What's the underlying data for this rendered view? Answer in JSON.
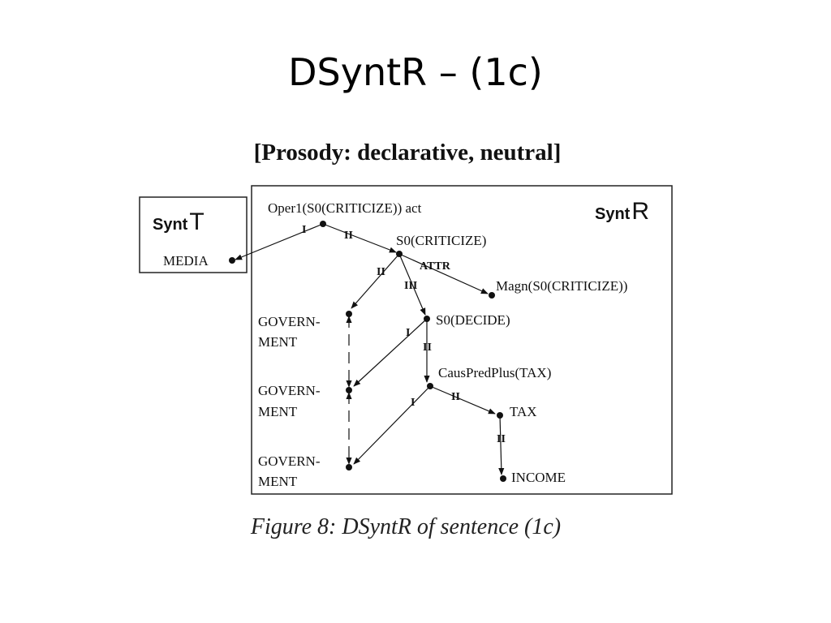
{
  "slide": {
    "title": "DSyntR – (1c)"
  },
  "figure": {
    "prosody": "[Prosody: declarative, neutral]",
    "caption": "Figure 8: DSyntR of sentence (1c)",
    "synt_t": {
      "prefix": "Synt",
      "letter": "T"
    },
    "synt_r": {
      "prefix": "Synt",
      "letter": "R"
    },
    "nodes": {
      "oper1": "Oper1(S0(CRITICIZE)) act",
      "media": "MEDIA",
      "s0_criticize": "S0(CRITICIZE)",
      "magn": "Magn(S0(CRITICIZE))",
      "gov1_a": "GOVERN-",
      "gov1_b": "MENT",
      "gov2_a": "GOVERN-",
      "gov2_b": "MENT",
      "gov3_a": "GOVERN-",
      "gov3_b": "MENT",
      "s0_decide": "S0(DECIDE)",
      "causpred": "CausPredPlus(TAX)",
      "tax": "TAX",
      "income": "INCOME"
    },
    "edges": {
      "oper1_media": "I",
      "oper1_s0c": "II",
      "s0c_gov1": "II",
      "s0c_attr": "ATTR",
      "s0c_decide": "III",
      "decide_gov2": "I",
      "decide_caus": "II",
      "caus_gov3": "I",
      "caus_tax": "II",
      "tax_income": "II"
    }
  }
}
